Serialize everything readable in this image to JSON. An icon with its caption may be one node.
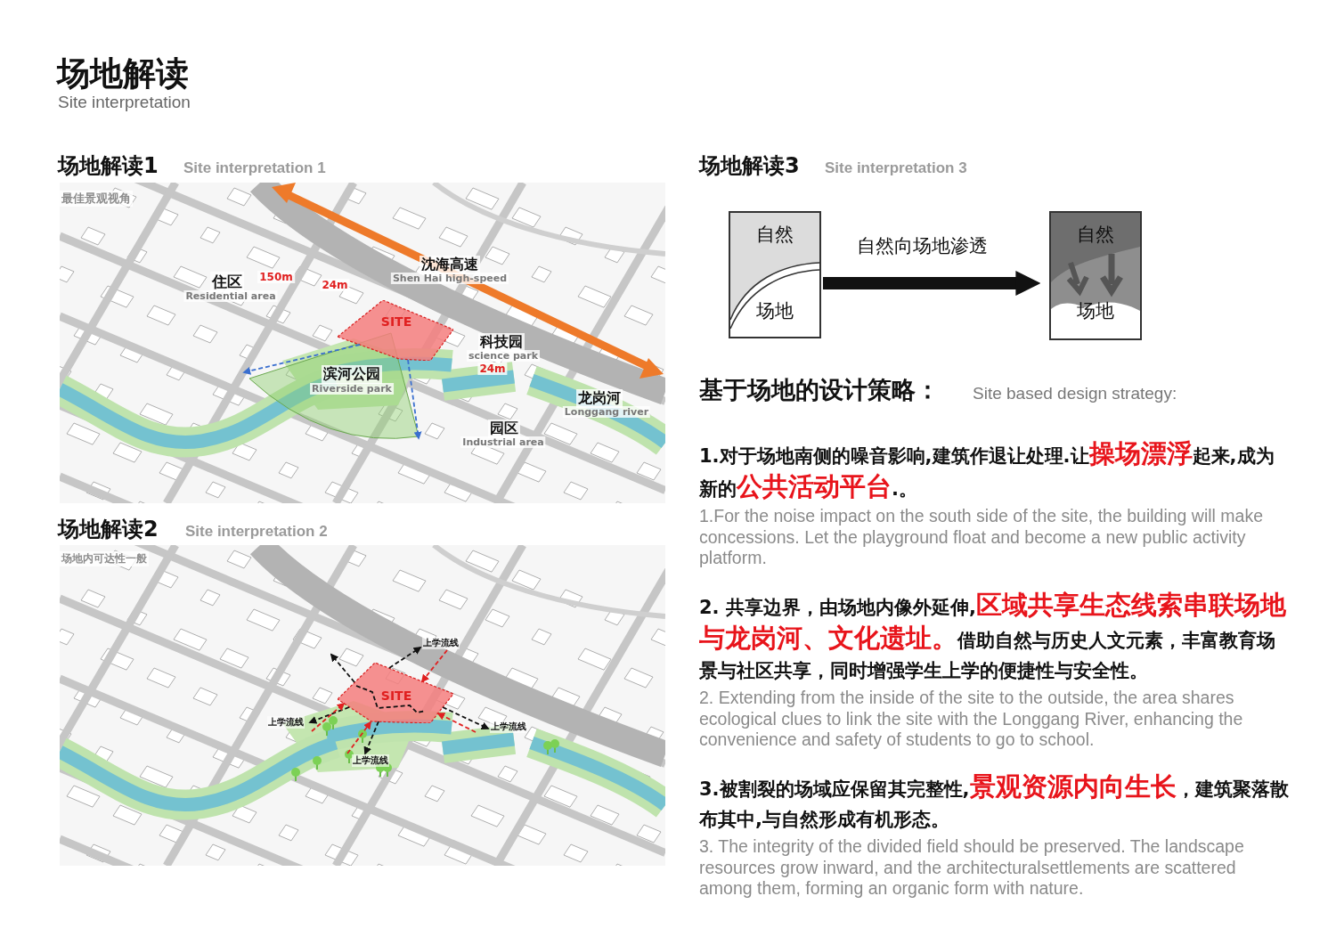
{
  "diagram": {
    "title": "场地解读",
    "nodes": [
      {
        "text": [
          "SITE"
        ]
      },
      {
        "text": [
          "SITE"
        ]
      },
      {
        "text": [
          "自然",
          "场地"
        ]
      },
      {
        "text": [
          "自然",
          "场地"
        ]
      },
      {
        "text": [
          "上学流线"
        ]
      },
      {
        "text": [
          "上学流线"
        ]
      },
      {
        "text": [
          "上学流线"
        ]
      },
      {
        "text": [
          "上学流线"
        ]
      }
    ],
    "edges": [
      {
        "from": 0,
        "to": null,
        "arrow": "to",
        "style": "dashed",
        "color": "#3a6fcf"
      },
      {
        "from": 0,
        "to": null,
        "arrow": "to",
        "style": "dashed",
        "color": "#3a6fcf"
      },
      {
        "from": 1,
        "to": null,
        "arrow": "to",
        "style": "dashed"
      },
      {
        "from": 1,
        "to": 5,
        "arrow": "to",
        "style": "dashed"
      },
      {
        "from": 1,
        "to": 7,
        "arrow": "to",
        "style": "dashed"
      },
      {
        "from": 1,
        "to": 6,
        "arrow": "to",
        "style": "dashed"
      },
      {
        "from": 1,
        "to": 4,
        "arrow": "to",
        "style": "dashed"
      },
      {
        "from": 4,
        "to": 1,
        "arrow": "to",
        "style": "dashed",
        "color": "#e02020"
      },
      {
        "from": 5,
        "to": 1,
        "arrow": "to",
        "style": "dashed",
        "color": "#e02020"
      },
      {
        "from": 7,
        "to": 1,
        "arrow": "to",
        "style": "dashed",
        "color": "#e02020"
      },
      {
        "from": 6,
        "to": 1,
        "arrow": "to",
        "style": "dashed",
        "color": "#e02020"
      },
      {
        "from": 2,
        "to": 3,
        "arrow": "to",
        "style": "thick",
        "label": "自然向场地渗透"
      }
    ],
    "labels": [
      "Site interpretation",
      "场地解读1",
      "Site interpretation 1",
      "最佳景观视角",
      "沈海高速",
      "Shen Hai high-speed",
      "住区",
      "150m",
      "24m",
      "Residential area",
      "科技园",
      "science park",
      "24m",
      "滨河公园",
      "Riverside park",
      "龙岗河",
      "Longgang river",
      "园区",
      "Industrial area",
      "场地解读2",
      "Site interpretation 2",
      "场地内可达性一般",
      "场地解读3",
      "Site interpretation 3",
      "基于场地的设计策略：",
      "Site based design strategy:",
      "1.对于场地南侧的噪音影响,建筑作退让处理.让**操场漂浮**起来,成为新的**公共活动平台**.。",
      "1.For the noise impact on the south side of the site, the building will make concessions. Let the playground float and become a new public activity platform.",
      "2. 共享边界，由场地内像外延伸,**区域共享生态线索串联场地与龙岗河、文化遗址。**借助自然与历史人文元素，丰富教育场景与社区共享，同时增强学生上学的便捷性与安全性。",
      "2. Extending from the inside of the site to the outside, the area shares ecological clues to link the site with the Longgang River, enhancing the convenience and safety of students to go to school.",
      "3.被割裂的场域应保留其完整性,**景观资源内向生长**，建筑聚落散布其中,与自然形成有机形态。",
      "3. The integrity of the divided field should be preserved. The landscape resources grow inward, and the architecturalsettlements are scattered among them, forming an organic form with nature."
    ]
  }
}
